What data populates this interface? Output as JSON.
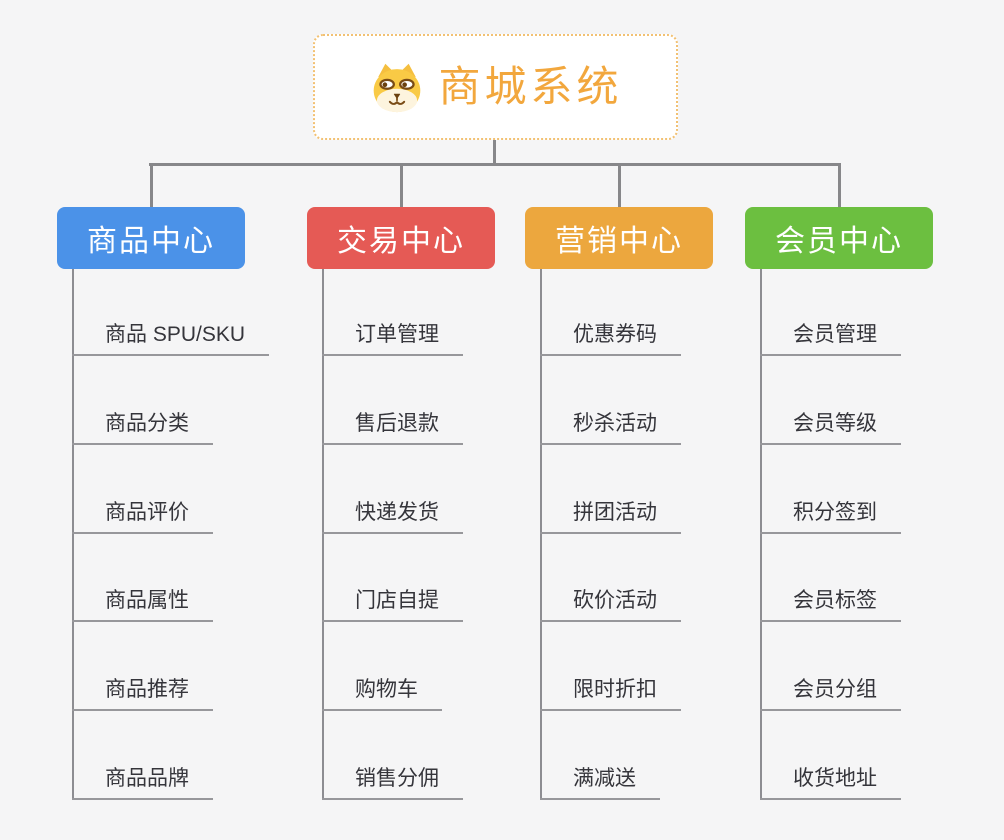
{
  "root": {
    "title": "商城系统",
    "icon": "dog-face-icon",
    "title_color": "#f2a73d",
    "border_color": "#f2c173"
  },
  "connector_color": "#87878a",
  "branches": [
    {
      "key": "product-center",
      "label": "商品中心",
      "color": "#4b92e8",
      "children": [
        "商品 SPU/SKU",
        "商品分类",
        "商品评价",
        "商品属性",
        "商品推荐",
        "商品品牌"
      ]
    },
    {
      "key": "trade-center",
      "label": "交易中心",
      "color": "#e55a55",
      "children": [
        "订单管理",
        "售后退款",
        "快递发货",
        "门店自提",
        "购物车",
        "销售分佣"
      ]
    },
    {
      "key": "marketing-center",
      "label": "营销中心",
      "color": "#eca73e",
      "children": [
        "优惠券码",
        "秒杀活动",
        "拼团活动",
        "砍价活动",
        "限时折扣",
        "满减送"
      ]
    },
    {
      "key": "member-center",
      "label": "会员中心",
      "color": "#6cbf40",
      "children": [
        "会员管理",
        "会员等级",
        "积分签到",
        "会员标签",
        "会员分组",
        "收货地址"
      ]
    }
  ]
}
